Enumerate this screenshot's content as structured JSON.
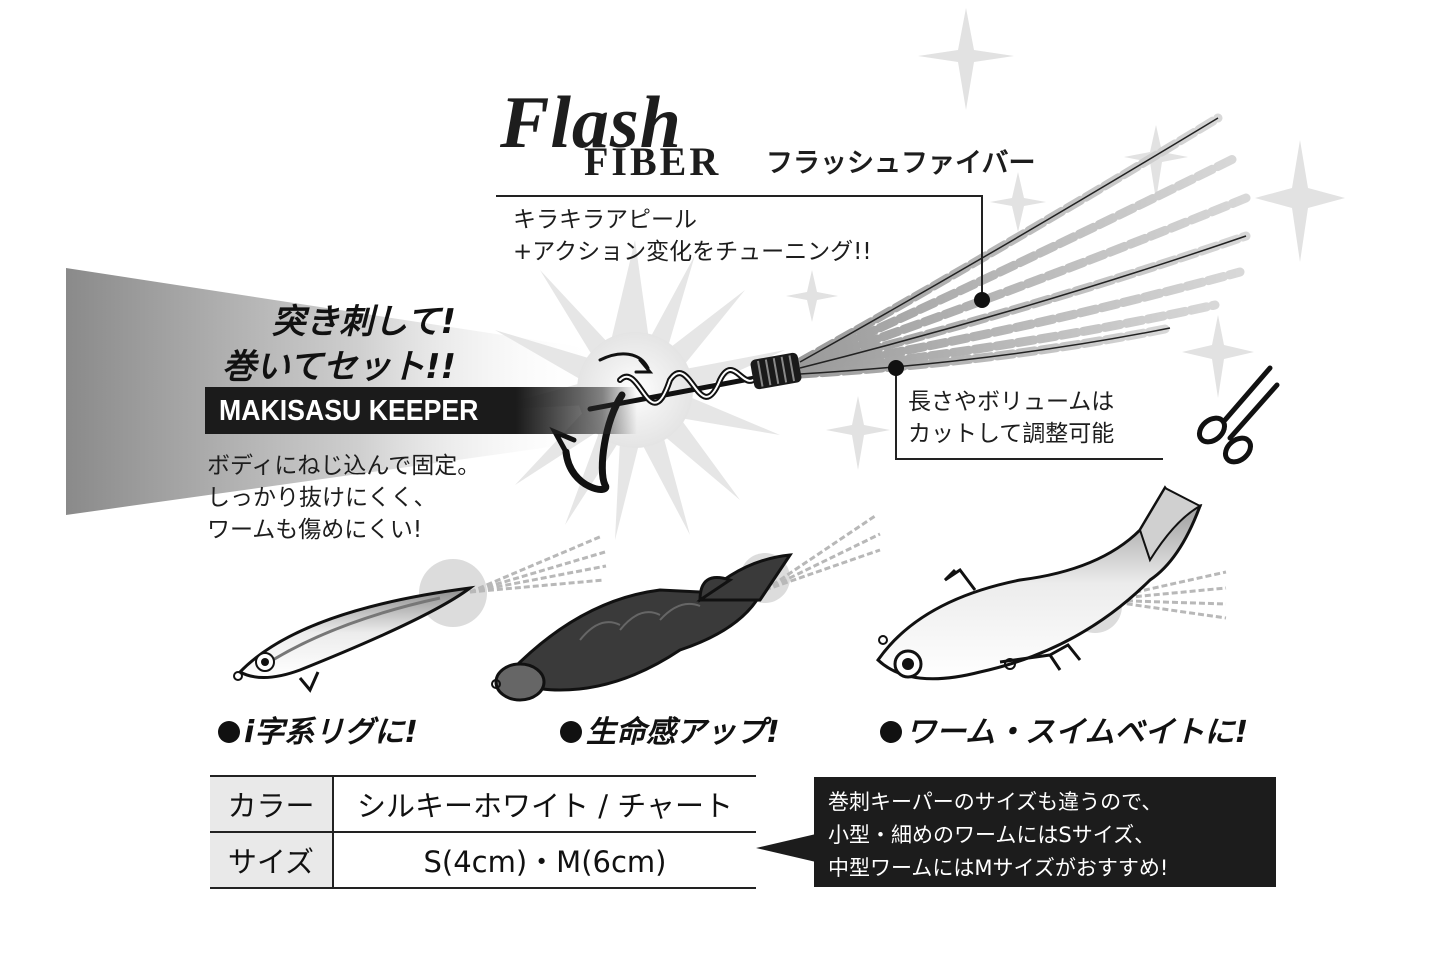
{
  "brand": {
    "script_title": "Flash",
    "subtitle": "FIBER",
    "kana": "フラッシュファイバー"
  },
  "notes": {
    "appeal": [
      "キラキラアピール",
      "+アクション変化をチューニング!!"
    ],
    "cut": [
      "長さやボリュームは",
      "カットして調整可能"
    ]
  },
  "keeper": {
    "headline": [
      "突き刺して!",
      "巻いてセット!!"
    ],
    "label": "MAKISASU KEEPER",
    "description": [
      "ボディにねじ込んで固定。",
      "しっかり抜けにくく、",
      "ワームも傷めにくい!"
    ]
  },
  "uses": [
    {
      "label": "i字系リグに!"
    },
    {
      "label": "生命感アップ!"
    },
    {
      "label": "ワーム・スイムベイトに!"
    }
  ],
  "spec_table": {
    "rows": [
      {
        "key": "カラー",
        "value": "シルキーホワイト / チャート"
      },
      {
        "key": "サイズ",
        "value": "S(4cm)・M(6cm)"
      }
    ]
  },
  "callout": {
    "lines": [
      "巻刺キーパーのサイズも違うので、",
      "小型・細めのワームにはSサイズ、",
      "中型ワームにはMサイズがおすすめ!"
    ]
  },
  "icons": [
    "sparkle-icon",
    "scissors-icon",
    "hook-icon"
  ],
  "colors": {
    "ink": "#1a1a1a",
    "banner": "#1b1b1b",
    "table_key_bg": "#e9e9e9",
    "highlight_gray": "#bdbdbd"
  }
}
